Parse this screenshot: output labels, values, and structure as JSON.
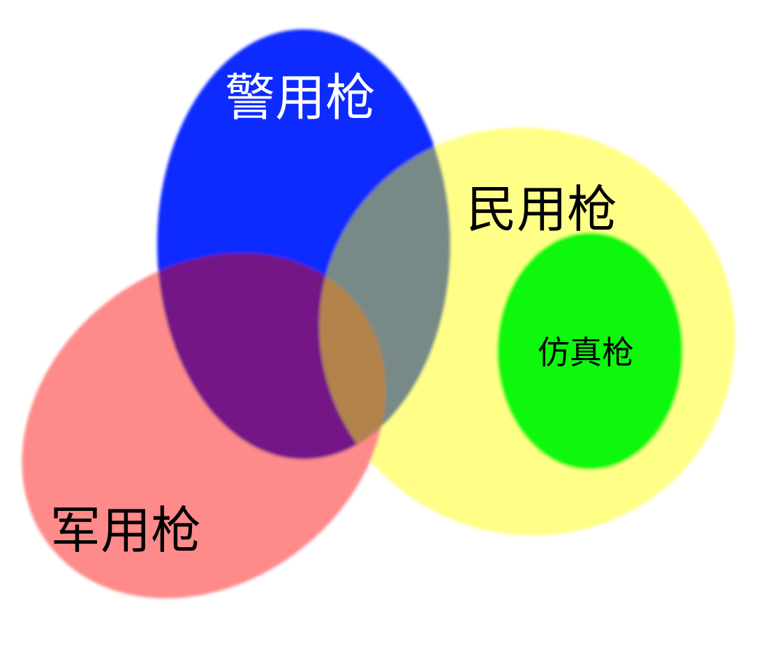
{
  "diagram": {
    "type": "venn",
    "sets": [
      {
        "id": "police",
        "label": "警用枪",
        "color": "#0a2cff",
        "label_color": "#ffffff"
      },
      {
        "id": "civilian",
        "label": "民用枪",
        "color": "#ffff88",
        "label_color": "#000000"
      },
      {
        "id": "military",
        "label": "军用枪",
        "color": "#ff8a8a",
        "label_color": "#000000"
      },
      {
        "id": "replica",
        "label": "仿真枪",
        "color": "#0cf80c",
        "label_color": "#000000"
      }
    ],
    "overlap_colors": {
      "police_civilian": "#788a88",
      "police_military": "#741886",
      "police_civilian_military": "#b2834c"
    }
  }
}
